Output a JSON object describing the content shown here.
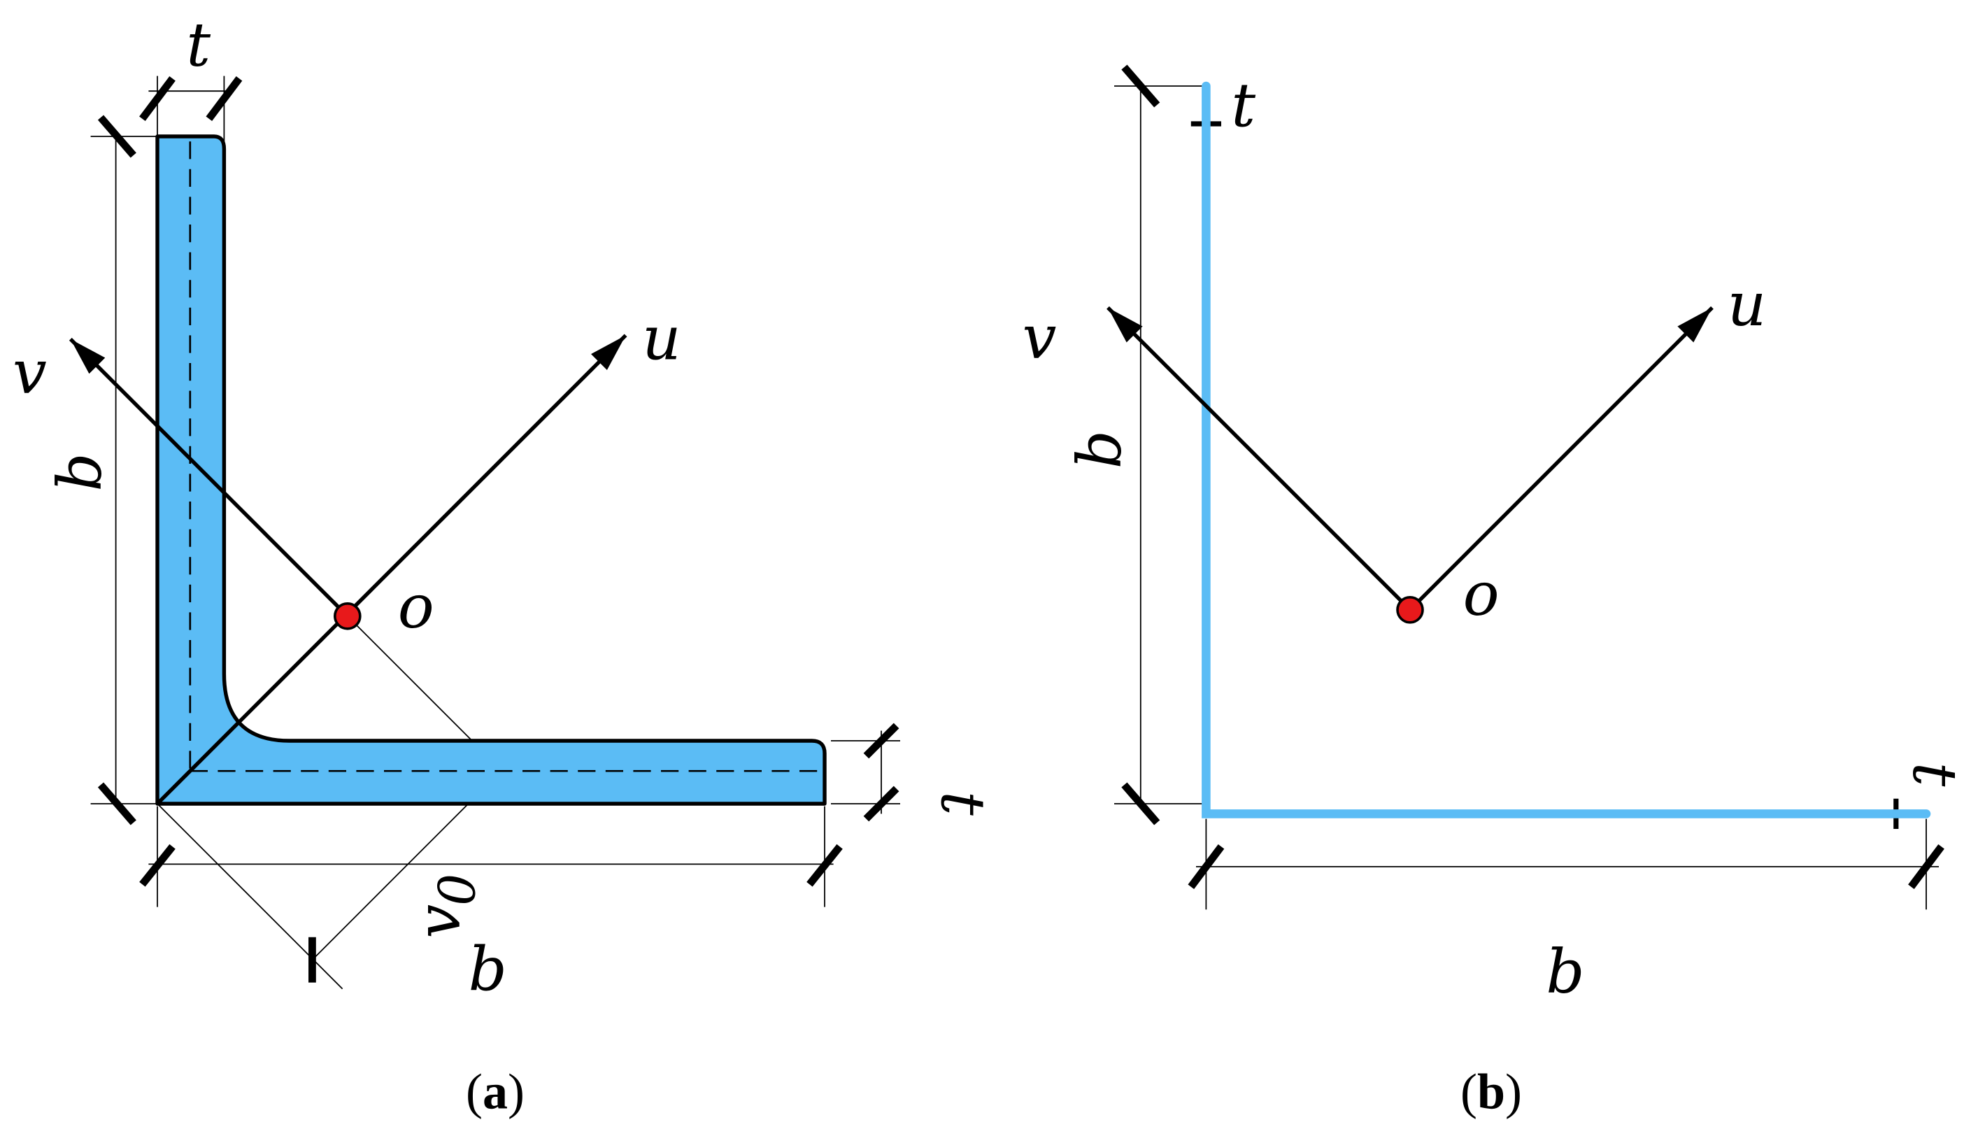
{
  "colors": {
    "section_fill": "#5bbcf5",
    "thin_wall_line": "#5bbcf5",
    "outline": "#000000",
    "shear_center": "#e8191b"
  },
  "panel_a": {
    "labels": {
      "t_top": "t",
      "b_left": "b",
      "v": "v",
      "u": "u",
      "o": "o",
      "t_right": "t",
      "v0": "v",
      "v0_sub": "0",
      "b_bottom": "b"
    },
    "caption": {
      "open": "(",
      "letter": "a",
      "close": ")"
    }
  },
  "panel_b": {
    "labels": {
      "t_top": "t",
      "v": "v",
      "u": "u",
      "b_left": "b",
      "o": "o",
      "t_right": "t",
      "b_bottom": "b"
    },
    "caption": {
      "open": "(",
      "letter": "b",
      "close": ")"
    }
  }
}
